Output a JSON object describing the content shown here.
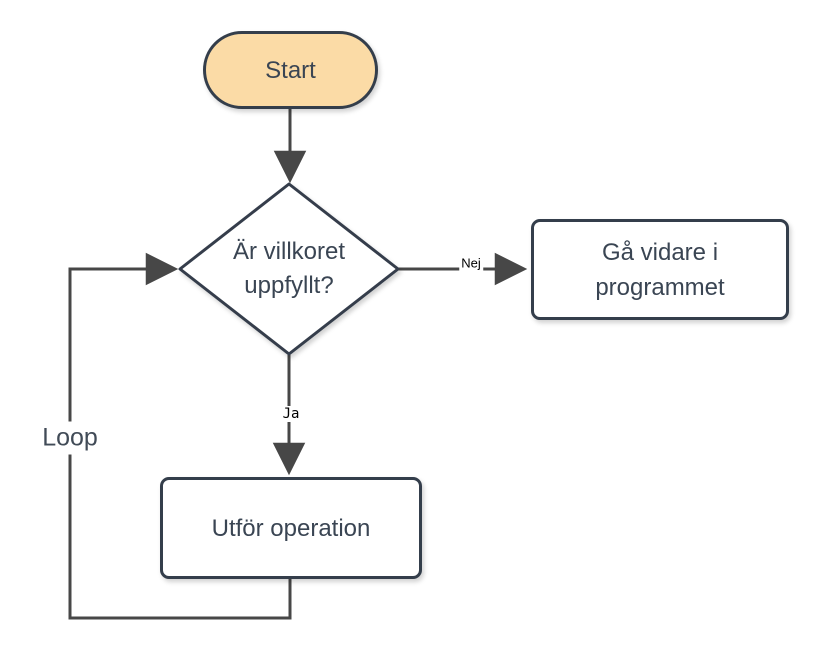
{
  "diagram": {
    "type": "flowchart",
    "nodes": {
      "start": {
        "label": "Start",
        "shape": "terminator",
        "fill": "#FBDBA6"
      },
      "decision": {
        "label": "Är villkoret uppfyllt?",
        "shape": "decision",
        "fill": "#FFFFFF"
      },
      "continue": {
        "label": "Gå vidare i programmet",
        "shape": "process",
        "fill": "#FFFFFF"
      },
      "operation": {
        "label": "Utför operation",
        "shape": "process",
        "fill": "#FFFFFF"
      }
    },
    "edges": {
      "no_label": "Nej",
      "yes_label": "Ja",
      "loop_label": "Loop",
      "flow": [
        {
          "from": "start",
          "to": "decision",
          "label": ""
        },
        {
          "from": "decision",
          "to": "continue",
          "label": "Nej"
        },
        {
          "from": "decision",
          "to": "operation",
          "label": "Ja"
        },
        {
          "from": "operation",
          "to": "decision",
          "label": "Loop"
        }
      ]
    },
    "colors": {
      "shape_border": "#343E4B",
      "shape_text": "#3A4553",
      "edge_line": "#474747",
      "edge_label_text": "#000000",
      "loop_label_text": "#414B57",
      "start_fill": "#FBDBA6",
      "background": "#FFFFFF"
    }
  }
}
